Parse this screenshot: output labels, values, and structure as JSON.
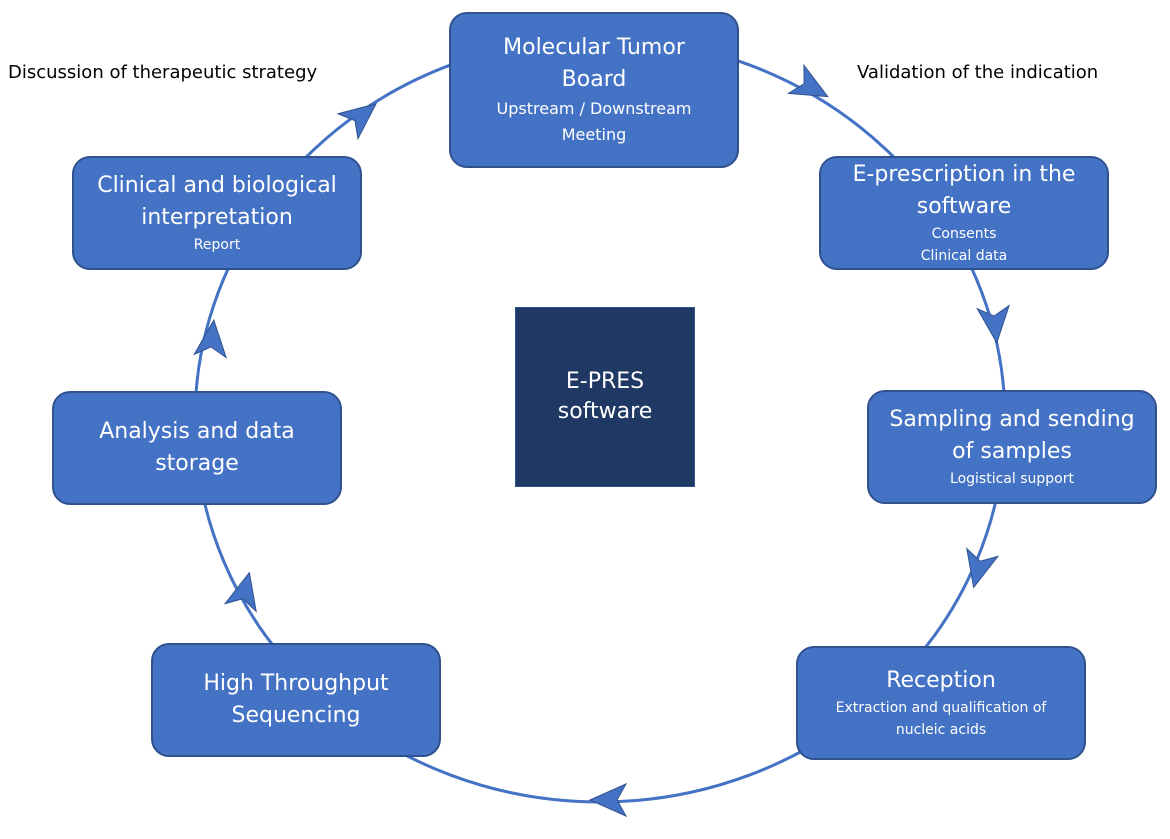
{
  "center": {
    "line1": "E-PRES",
    "line2": "software"
  },
  "labels": {
    "left": "Discussion of therapeutic strategy",
    "right": "Validation of the indication"
  },
  "steps": [
    {
      "title": [
        "Molecular Tumor",
        "Board"
      ],
      "sub": [
        "Upstream / Downstream",
        "Meeting"
      ]
    },
    {
      "title": [
        "E-prescription in the",
        "software"
      ],
      "sub": [
        "Consents",
        "Clinical data"
      ]
    },
    {
      "title": [
        "Sampling and sending",
        "of samples"
      ],
      "sub": [
        "Logistical support"
      ]
    },
    {
      "title": [
        "Reception"
      ],
      "sub": [
        "Extraction and qualification of",
        "nucleic acids"
      ]
    },
    {
      "title": [
        "High Throughput",
        "Sequencing"
      ],
      "sub": []
    },
    {
      "title": [
        "Analysis and data",
        "storage"
      ],
      "sub": []
    },
    {
      "title": [
        "Clinical and biological",
        "interpretation"
      ],
      "sub": [
        "Report"
      ]
    }
  ],
  "colors": {
    "box": "#4472c4",
    "box_border": "#2f528f",
    "center": "#1f3864",
    "arrow": "#4472c4"
  }
}
